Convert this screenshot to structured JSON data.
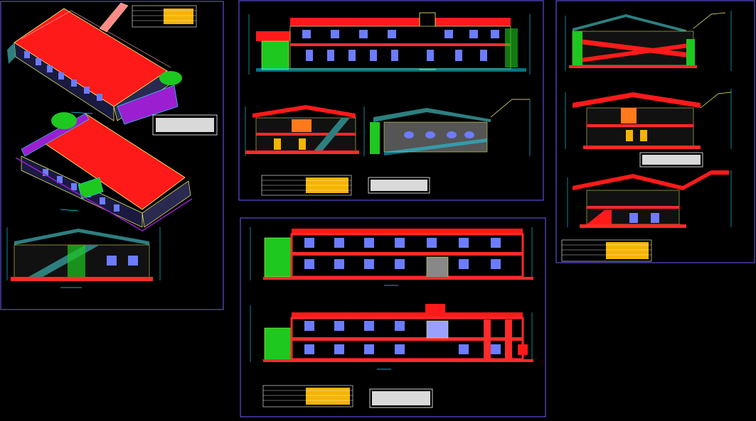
{
  "colors": {
    "background": "#000000",
    "sheet_border": "#7a6cff",
    "roof": "#ff1a1a",
    "wall": "#ff2a2a",
    "outline": "#ffff66",
    "window": "#6c7cff",
    "glazing": "#9aa0ff",
    "cyan": "#18e0ff",
    "green": "#1ec81e",
    "purple": "#9b1fd0",
    "teal": "#2d7f7f",
    "title_block": "#f5b400",
    "note_box": "#ffffff",
    "slab": "#ff3030"
  },
  "sheets": [
    {
      "id": "sheet-isometric-views"
    },
    {
      "id": "sheet-elevations-top"
    },
    {
      "id": "sheet-sections-right"
    },
    {
      "id": "sheet-elevations-bottom"
    }
  ]
}
